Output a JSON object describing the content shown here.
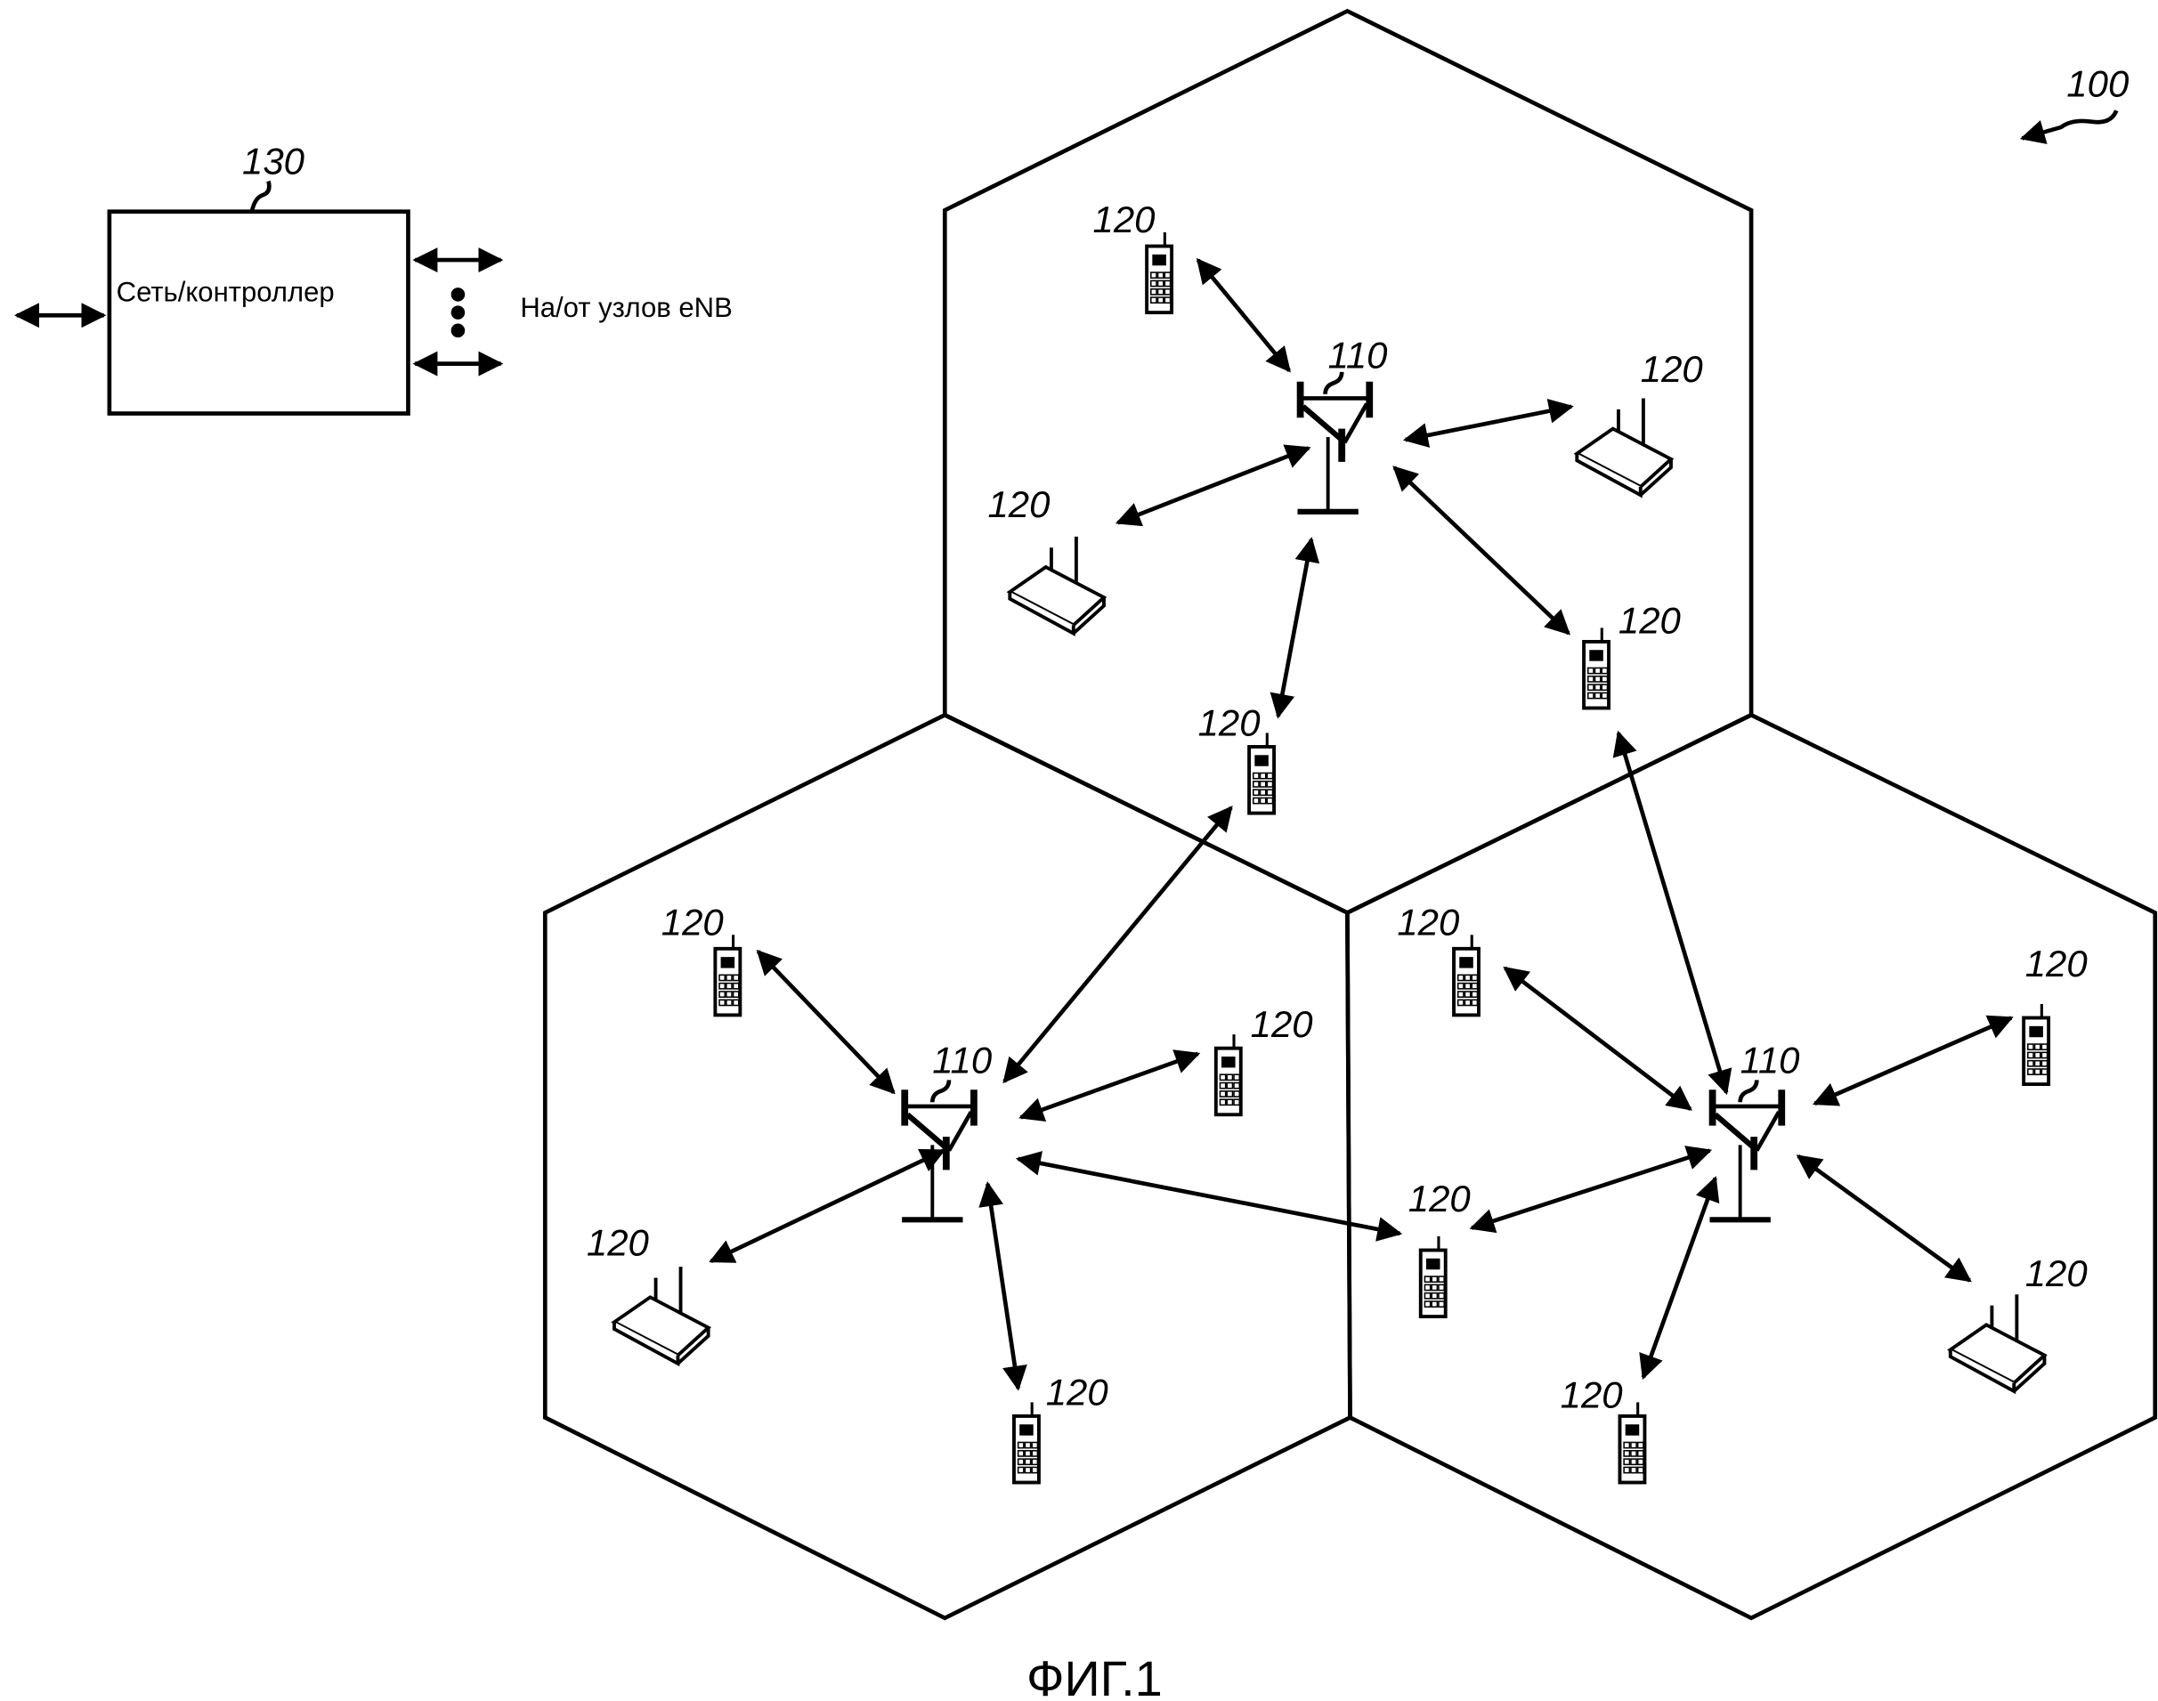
{
  "figure": {
    "system_ref": "100",
    "caption": "ФИГ.1",
    "controller": {
      "ref": "130",
      "label": "Сеть/контроллер",
      "side_label": "На/от узлов eNB"
    },
    "base_station_ref": "110",
    "ue_ref": "120",
    "cells": [
      {
        "name": "top-cell"
      },
      {
        "name": "bottom-left-cell"
      },
      {
        "name": "bottom-right-cell"
      }
    ],
    "base_stations": [
      {
        "cell": "top-cell",
        "label": "110"
      },
      {
        "cell": "bottom-left-cell",
        "label": "110"
      },
      {
        "cell": "bottom-right-cell",
        "label": "110"
      }
    ],
    "devices": [
      {
        "type": "phone",
        "label": "120",
        "cell": "top-cell"
      },
      {
        "type": "router",
        "label": "120",
        "cell": "top-cell"
      },
      {
        "type": "router",
        "label": "120",
        "cell": "top-cell"
      },
      {
        "type": "phone",
        "label": "120",
        "cell": "top-cell"
      },
      {
        "type": "phone",
        "label": "120",
        "cell": "top-cell"
      },
      {
        "type": "phone",
        "label": "120",
        "cell": "bottom-left-cell"
      },
      {
        "type": "phone",
        "label": "120",
        "cell": "bottom-left-cell"
      },
      {
        "type": "router",
        "label": "120",
        "cell": "bottom-left-cell"
      },
      {
        "type": "phone",
        "label": "120",
        "cell": "bottom-left-cell"
      },
      {
        "type": "phone",
        "label": "120",
        "cell": "bottom-right-cell"
      },
      {
        "type": "phone",
        "label": "120",
        "cell": "bottom-right-cell"
      },
      {
        "type": "phone",
        "label": "120",
        "cell": "bottom-right-cell"
      },
      {
        "type": "router",
        "label": "120",
        "cell": "bottom-right-cell"
      },
      {
        "type": "phone",
        "label": "120",
        "cell": "bottom-right-cell"
      }
    ]
  }
}
